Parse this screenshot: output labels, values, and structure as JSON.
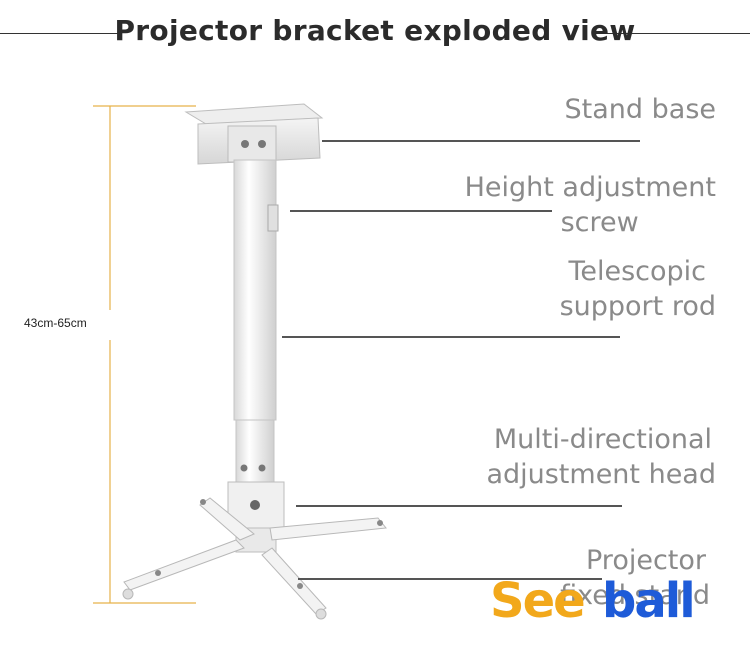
{
  "title": "Projector bracket exploded view",
  "dimension": "43cm-65cm",
  "labels": {
    "stand_base": "Stand base",
    "height_screw_1": "Height adjustment",
    "height_screw_2": "screw",
    "rod_1": "Telescopic",
    "rod_2": "support rod",
    "head_1": "Multi-directional",
    "head_2": "adjustment head",
    "fixture_1": "Projector",
    "fixture_2": "fixed stand"
  },
  "logo": "Seeball",
  "colors": {
    "dimension_line": "#e7b24a",
    "logo_orange": "#f2a81b",
    "logo_blue": "#1e5bd8",
    "label": "#8a8a8a"
  }
}
